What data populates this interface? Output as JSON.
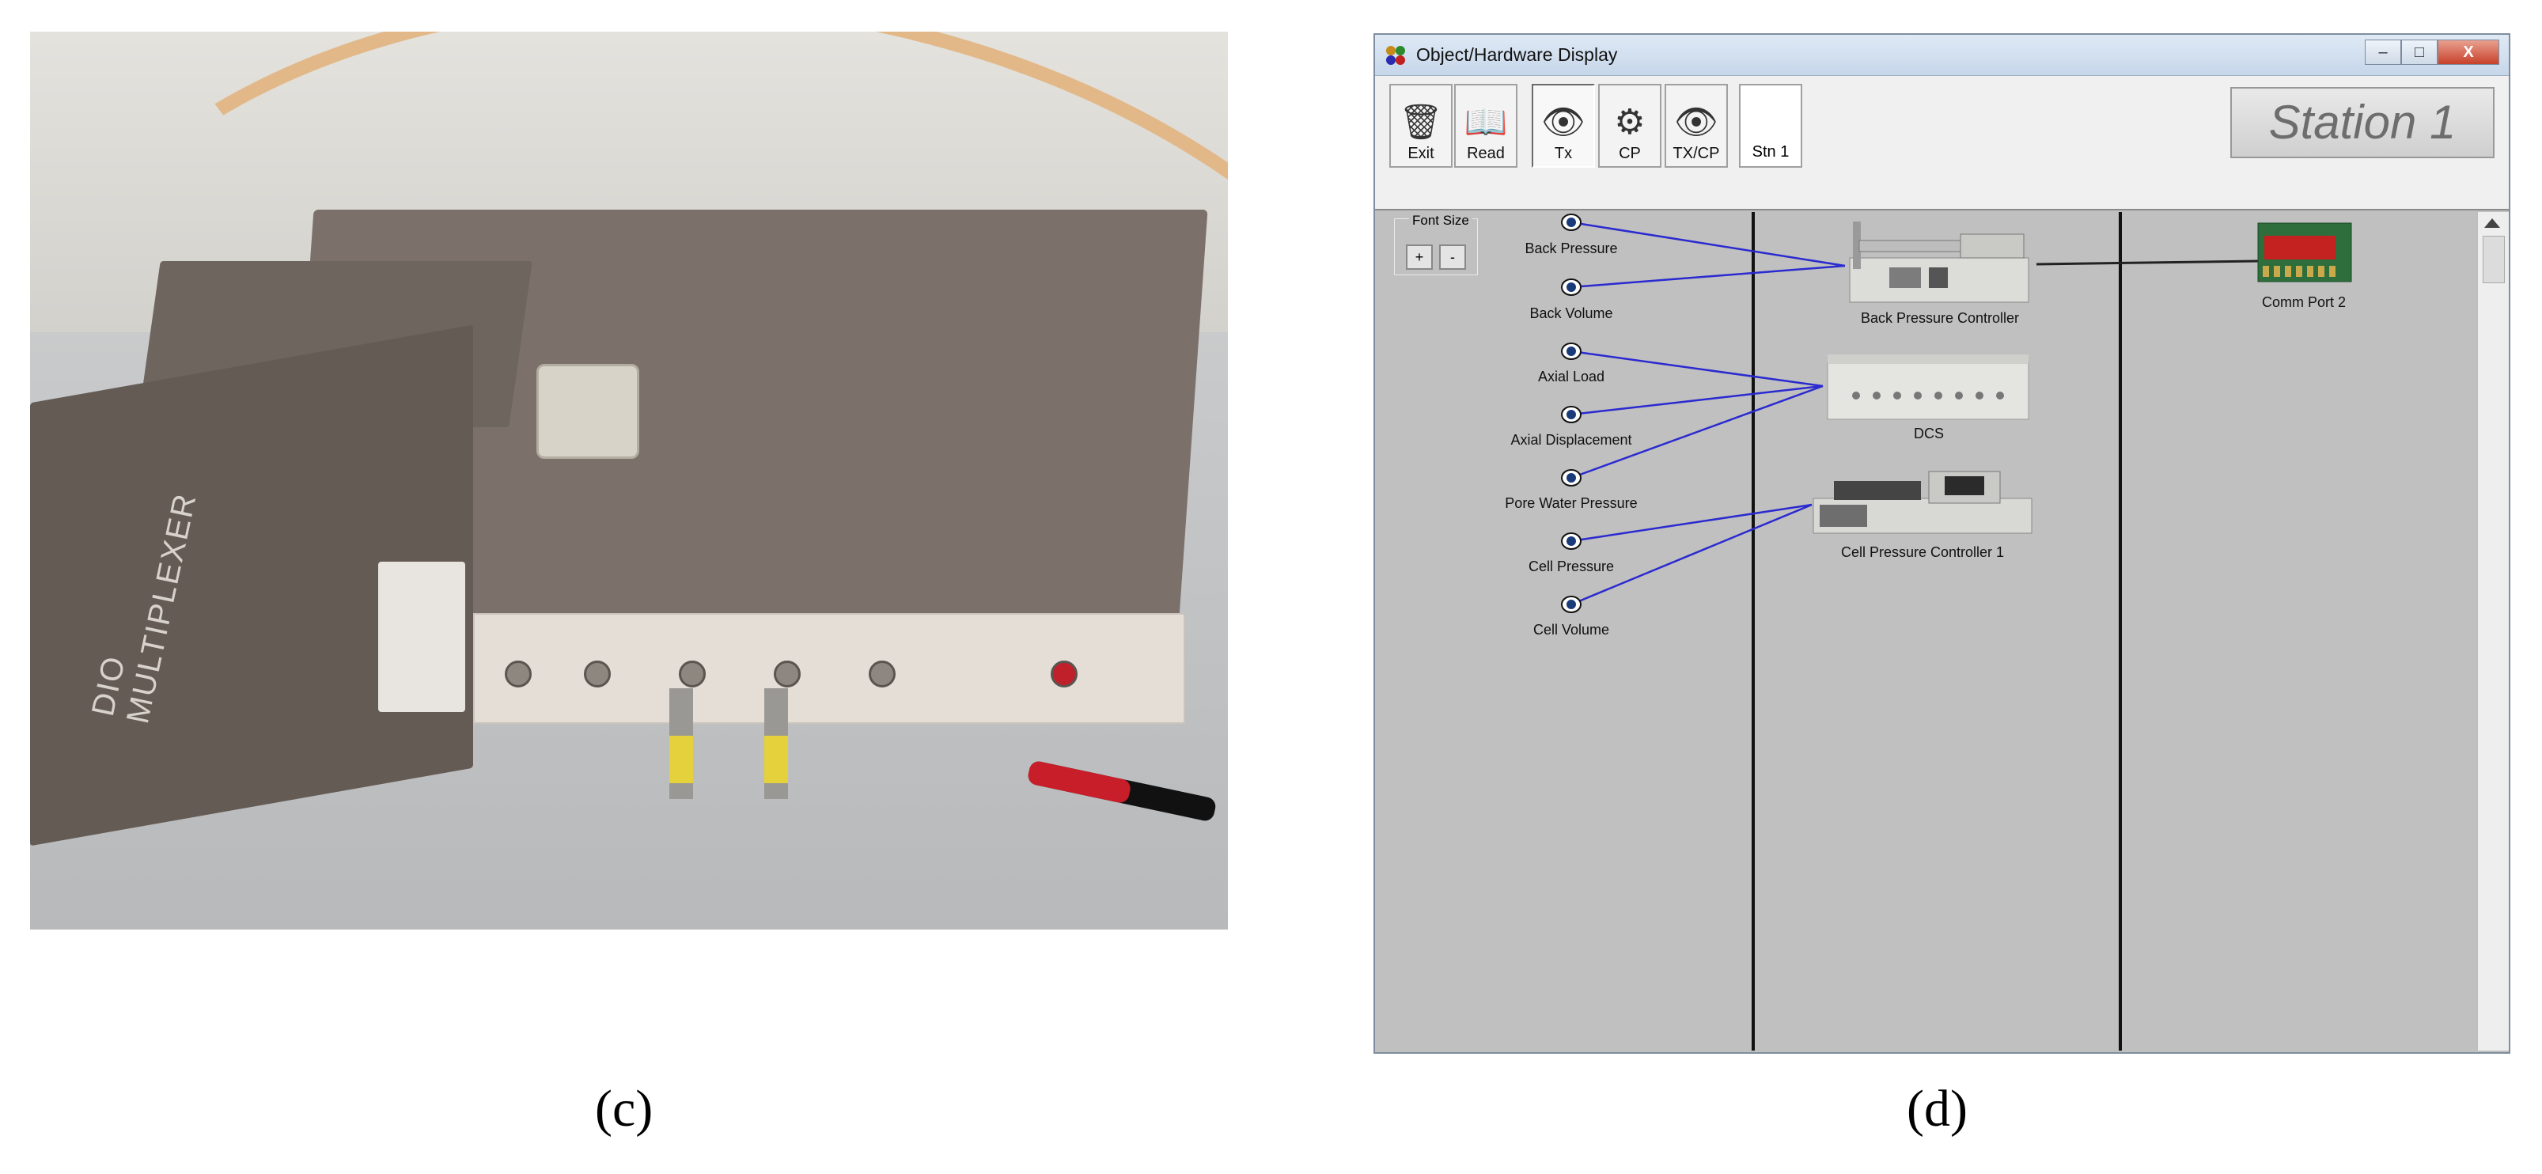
{
  "panels": {
    "left_caption": "(c)",
    "right_caption": "(d)"
  },
  "photo": {
    "device_label": "DIO MULTIPLEXER"
  },
  "window": {
    "title": "Object/Hardware Display",
    "controls": {
      "minimize": "–",
      "maximize": "□",
      "close": "X"
    }
  },
  "toolbar": {
    "buttons": [
      {
        "label": "Exit",
        "icon": "trash-can-icon"
      },
      {
        "label": "Read",
        "icon": "open-book-icon"
      },
      {
        "label": "Tx",
        "icon": "eye-icon"
      },
      {
        "label": "CP",
        "icon": "gears-icon"
      },
      {
        "label": "TX/CP",
        "icon": "eye-gears-icon"
      }
    ],
    "station_button": "Stn 1",
    "station_display": "Station 1"
  },
  "font_size": {
    "legend": "Font Size",
    "increase": "+",
    "decrease": "-"
  },
  "sensors": [
    "Back Pressure",
    "Back Volume",
    "Axial Load",
    "Axial Displacement",
    "Pore Water Pressure",
    "Cell Pressure",
    "Cell Volume"
  ],
  "devices": {
    "back_pressure_controller": "Back Pressure Controller",
    "dcs": "DCS",
    "cell_pressure_controller": "Cell Pressure Controller 1",
    "comm_port": "Comm Port 2"
  },
  "colors": {
    "link_line": "#2a2ad0",
    "canvas": "#c0c0c0",
    "divider": "#111111"
  }
}
